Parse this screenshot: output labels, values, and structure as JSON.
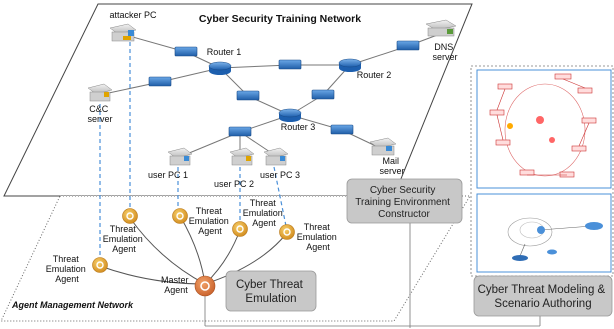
{
  "title": "Cyber Security Training Network",
  "agent_network_label": "Agent Management Network",
  "nodes": {
    "attacker_pc": "attacker PC",
    "router1": "Router 1",
    "router2": "Router 2",
    "router3": "Router 3",
    "dns_server": [
      "DNS",
      "server"
    ],
    "cc_server": [
      "C&C",
      "server"
    ],
    "mail_server": [
      "Mail",
      "server"
    ],
    "user_pc1": "user PC 1",
    "user_pc2": "user PC 2",
    "user_pc3": "user PC 3"
  },
  "agents": {
    "agent_left": [
      "Threat",
      "Emulation",
      "Agent"
    ],
    "agent_mid": [
      "Threat",
      "Emulation",
      "Agent"
    ],
    "agent_pc1": [
      "Threat",
      "Emulation",
      "Agent"
    ],
    "agent_pc2": [
      "Threat",
      "Emulation",
      "Agent"
    ],
    "agent_pc3": [
      "Threat",
      "Emulation",
      "Agent"
    ],
    "master": [
      "Master",
      "Agent"
    ]
  },
  "boxes": {
    "constructor": [
      "Cyber Security",
      "Training Environment",
      "Constructor"
    ],
    "emulation": [
      "Cyber Threat",
      "Emulation"
    ],
    "modeling": [
      "Cyber Threat Modeling &",
      "Scenario Authoring"
    ]
  },
  "colors": {
    "router": "#2a72c4",
    "agent": "#e5a530",
    "master": "#e07b39",
    "dashed_line": "#4a90d9",
    "box_fill": "#c8c8c8",
    "plane_border": "#444444"
  }
}
